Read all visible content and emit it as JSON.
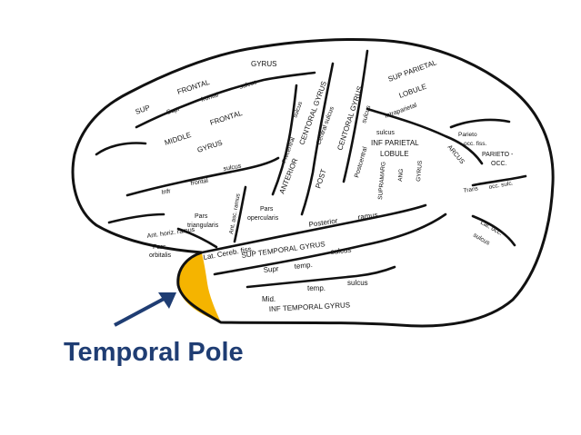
{
  "caption": "Temporal Pole",
  "colors": {
    "highlight": "#f5b400",
    "arrow": "#1f3d73",
    "outline": "#111111"
  },
  "labels": {
    "gyrus_top": "GYRUS",
    "sup": "SUP",
    "frontal_upper": "FRONTAL",
    "supr": "Supr",
    "frontal_lower": "frontal",
    "sulcus_upper": "sulcus",
    "middle": "MIDDLE",
    "frontal_mid": "FRONTAL",
    "gyrus_mid": "GYRUS",
    "infr": "Infr",
    "frontal_inf": "frontal",
    "sulcus_inf": "sulcus",
    "precentral": "Precentral",
    "sulcus_pre": "sulcus",
    "anterior": "ANTERIOR",
    "central_gyrus": "CENTORAL GYRUS",
    "central_sulcus": "Central sulcus",
    "post": "POST",
    "centoral_gyrus_post": "CENTORAL GYRUS",
    "postcentral": "Postcentral",
    "sulcus_post": "sulcus",
    "sup_parietal": "SUP  PARIETAL",
    "lobule_sup": "LOBULE",
    "intraparietal": "Intraparietal",
    "sulcus_intra": "sulcus",
    "inf_parietal": "INF  PARIETAL",
    "lobule_inf": "LOBULE",
    "parieto_occ_fiss": "Parieto",
    "occ_fiss": "occ. fiss.",
    "arcus": "ARCUS",
    "parieto_occ": "PARIETO -",
    "occ": "OCC.",
    "trans": "Trans",
    "occ_sulc": "occ. sulc.",
    "lat_occ": "Lat. occ.",
    "sulcus_lat_occ": "sulcus",
    "supramarg": "SUPRAMARG",
    "ang": "ANG",
    "gyrus_ang": "GYRUS",
    "pars_tri": "Pars",
    "triangularis": "triangularis",
    "ant_asc_ramus": "Ant. asc. ramus",
    "pars_operc": "Pars",
    "opercularis": "opercularis",
    "ant_horiz_ramus": "Ant. horiz. ramus",
    "pars_orb": "Pars",
    "orbitalis": "orbitalis",
    "lat_cereb_fiss": "Lat. Cereb. fiss.",
    "posterior": "Posterior",
    "ramus": "ramus",
    "sup_temporal_gyrus": "SUP  TEMPORAL  GYRUS",
    "supr_temp": "Supr",
    "temp_sulcus": "temp.",
    "sulcus_temp": "sulcus",
    "mid": "Mid.",
    "temp_mid": "temp.",
    "sulcus_mid": "sulcus",
    "inf_temporal_gyrus": "INF  TEMPORAL  GYRUS"
  }
}
